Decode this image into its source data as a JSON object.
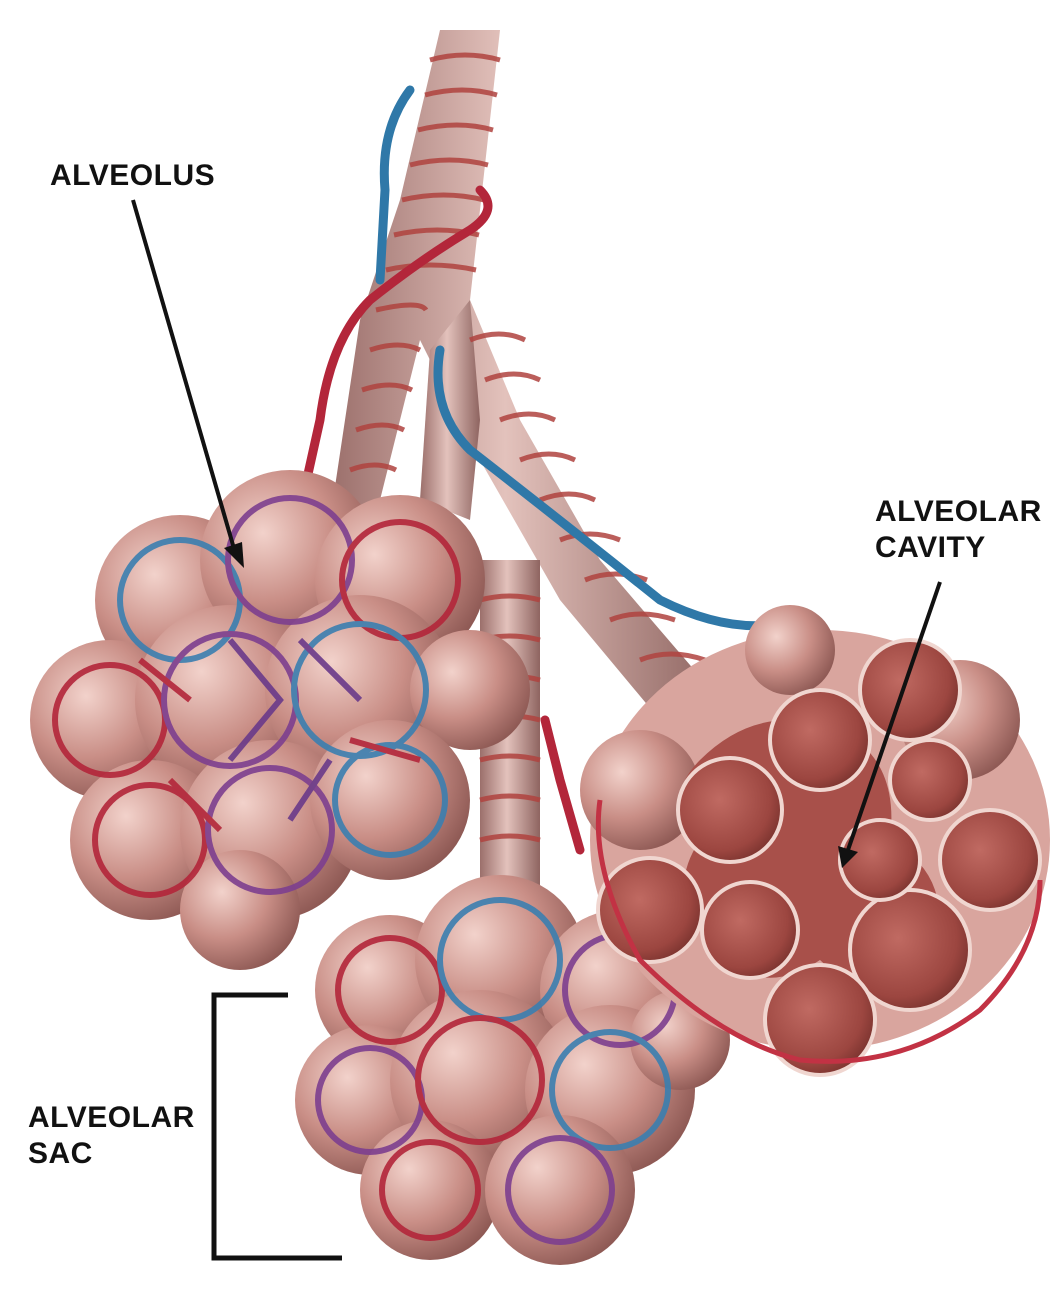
{
  "labels": {
    "alveolus": "ALVEOLUS",
    "alveolar_cavity": [
      "ALVEOLAR",
      "CAVITY"
    ],
    "alveolar_sac": [
      "ALVEOLAR",
      "SAC"
    ]
  },
  "colors": {
    "background": "#ffffff",
    "tissue": "#c98e86",
    "tissue_light": "#e6bdb5",
    "artery": "#b3263a",
    "vein": "#2f78a8",
    "capillary_mix": "#7d3f8f",
    "cavity": "#a8504a",
    "ink": "#111111"
  }
}
